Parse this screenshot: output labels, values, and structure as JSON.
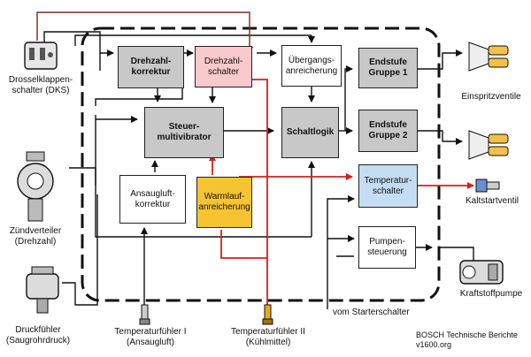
{
  "blocks": {
    "drehzahlkorrektur": "Drehzahl-\nkorrektur",
    "drehzahlschalter": "Drehzahl-\nschalter",
    "uebergang": "Übergangs-\nanreicherung",
    "endstufe1": "Endstufe\nGruppe 1",
    "steuermultivibrator": "Steuer-\nmultivibrator",
    "schaltlogik": "Schaltlogik",
    "endstufe2": "Endstufe\nGruppe 2",
    "ansaugluftkorrektur": "Ansaugluft-\nkorrektur",
    "warmlauf": "Warmlauf-\nanreicherung",
    "temperaturschalter": "Temperatur-\nschalter",
    "pumpensteuerung": "Pumpen-\nsteuerung"
  },
  "labels": {
    "dks": "Drosselklappen-\nschalter (DKS)",
    "zuendverteiler": "Zündverteiler\n(Drehzahl)",
    "druckfuehler": "Druckfühler\n(Saugrohrdruck)",
    "tf1": "Temperaturfühler I\n(Ansaugluft)",
    "tf2": "Temperaturfühler II\n(Kühlmittel)",
    "starter": "vom Starterschalter",
    "einspritzventile": "Einspritzventile",
    "kaltstartventil": "Kaltstartventil",
    "kraftstoffpumpe": "Kraftstoffpumpe",
    "credit": "BOSCH Technische Berichte\nv1600.org"
  },
  "colors": {
    "gray_block": "#c8c8c8",
    "pink_block": "#f9c9cb",
    "yellow_block": "#f7c431",
    "blue_block": "#c5ddf3",
    "red_line": "#d42020",
    "dark_red_line": "#7a2a20"
  }
}
